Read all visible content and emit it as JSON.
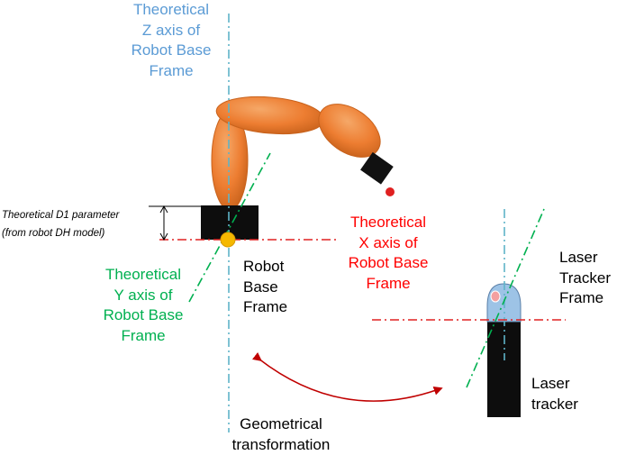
{
  "colors": {
    "z_axis": "#5b9bd5",
    "x_axis": "#ff0000",
    "y_axis": "#00b050",
    "robot_arm": "#ed7d31",
    "origin_marker": "#f5b800",
    "tracker_head": "#9dc3e6"
  },
  "labels": {
    "z_axis": [
      "Theoretical",
      "Z axis of",
      "Robot Base",
      "Frame"
    ],
    "x_axis": [
      "Theoretical",
      "X axis of",
      "Robot Base",
      "Frame"
    ],
    "y_axis": [
      "Theoretical",
      "Y axis of",
      "Robot Base",
      "Frame"
    ],
    "robot_base_frame": [
      "Robot",
      "Base",
      "Frame"
    ],
    "laser_tracker_frame": [
      "Laser",
      "Tracker",
      "Frame"
    ],
    "laser_tracker": [
      "Laser",
      "tracker"
    ],
    "geometrical_transformation": [
      "Geometrical",
      "transformation"
    ],
    "d1_parameter": [
      "Theoretical D1 parameter",
      "(from robot DH model)"
    ]
  }
}
